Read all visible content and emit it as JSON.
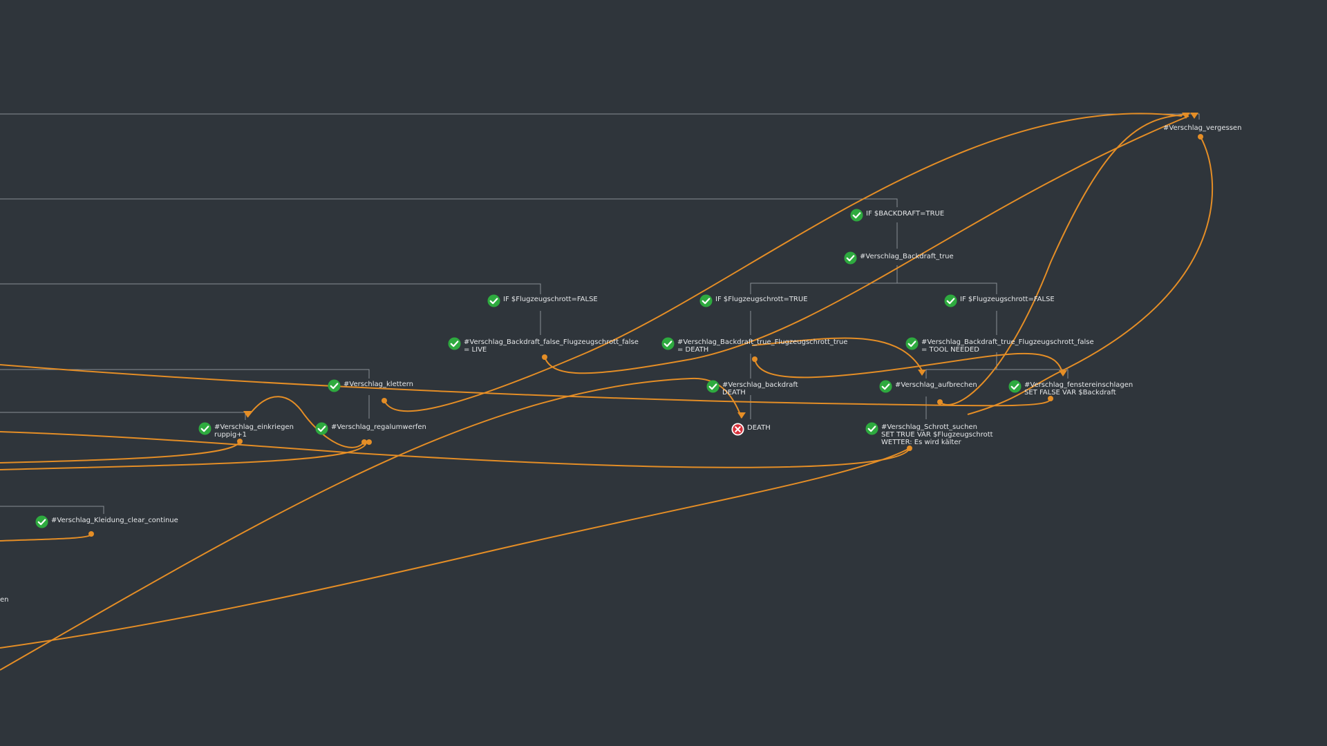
{
  "colors": {
    "background": "#2f353b",
    "tree_line": "#8a9096",
    "link": "#e58e26",
    "check": "#2eaa3f",
    "death": "#d6303a",
    "text": "#e6e8ea"
  },
  "nodes": [
    {
      "id": "verschlag_vergessen",
      "icon": "none",
      "lines": [
        "#Verschlag_vergessen"
      ]
    },
    {
      "id": "if_backdraft_true",
      "icon": "check-icon",
      "lines": [
        "IF $BACKDRAFT=TRUE"
      ]
    },
    {
      "id": "verschlag_backdraft_true",
      "icon": "check-icon",
      "lines": [
        "#Verschlag_Backdraft_true"
      ]
    },
    {
      "id": "if_flugzeugschrott_false_1",
      "icon": "check-icon",
      "lines": [
        "IF $Flugzeugschrott=FALSE"
      ]
    },
    {
      "id": "if_flugzeugschrott_true",
      "icon": "check-icon",
      "lines": [
        "IF $Flugzeugschrott=TRUE"
      ]
    },
    {
      "id": "if_flugzeugschrott_false_2",
      "icon": "check-icon",
      "lines": [
        "IF $Flugzeugschrott=FALSE"
      ]
    },
    {
      "id": "backdraft_false_fs_false",
      "icon": "check-icon",
      "lines": [
        "#Verschlag_Backdraft_false_Flugzeugschrott_false",
        "= LIVE"
      ]
    },
    {
      "id": "backdraft_true_fs_true",
      "icon": "check-icon",
      "lines": [
        "#Verschlag_Backdraft_true_Flugzeugschrott_true",
        "= DEATH"
      ]
    },
    {
      "id": "backdraft_true_fs_false",
      "icon": "check-icon",
      "lines": [
        "#Verschlag_Backdraft_true_Flugzeugschrott_false",
        "= TOOL NEEDED"
      ]
    },
    {
      "id": "verschlag_klettern",
      "icon": "check-icon",
      "lines": [
        "#Verschlag_klettern"
      ]
    },
    {
      "id": "verschlag_backdraft",
      "icon": "check-icon",
      "lines": [
        "#Verschlag_backdraft",
        "DEATH"
      ]
    },
    {
      "id": "verschlag_aufbrechen",
      "icon": "check-icon",
      "lines": [
        "#Verschlag_aufbrechen"
      ]
    },
    {
      "id": "verschlag_fenstereinschlagen",
      "icon": "check-icon",
      "lines": [
        "#Verschlag_fenstereinschlagen",
        "SET FALSE VAR $Backdraft"
      ]
    },
    {
      "id": "verschlag_einkriegen",
      "icon": "check-icon",
      "lines": [
        "#Verschlag_einkriegen",
        "ruppig+1"
      ]
    },
    {
      "id": "verschlag_regalumwerfen",
      "icon": "check-icon",
      "lines": [
        "#Verschlag_regalumwerfen"
      ]
    },
    {
      "id": "death",
      "icon": "x-circle-icon",
      "lines": [
        "DEATH"
      ]
    },
    {
      "id": "verschlag_schrott_suchen",
      "icon": "check-icon",
      "lines": [
        "#Verschlag_Schrott_suchen",
        "SET TRUE VAR $Flugzeugschrott",
        "WETTER: Es wird kälter"
      ]
    },
    {
      "id": "verschlag_kleidung",
      "icon": "check-icon",
      "lines": [
        "#Verschlag_Kleidung_clear_continue"
      ]
    }
  ],
  "cut_label": "en"
}
